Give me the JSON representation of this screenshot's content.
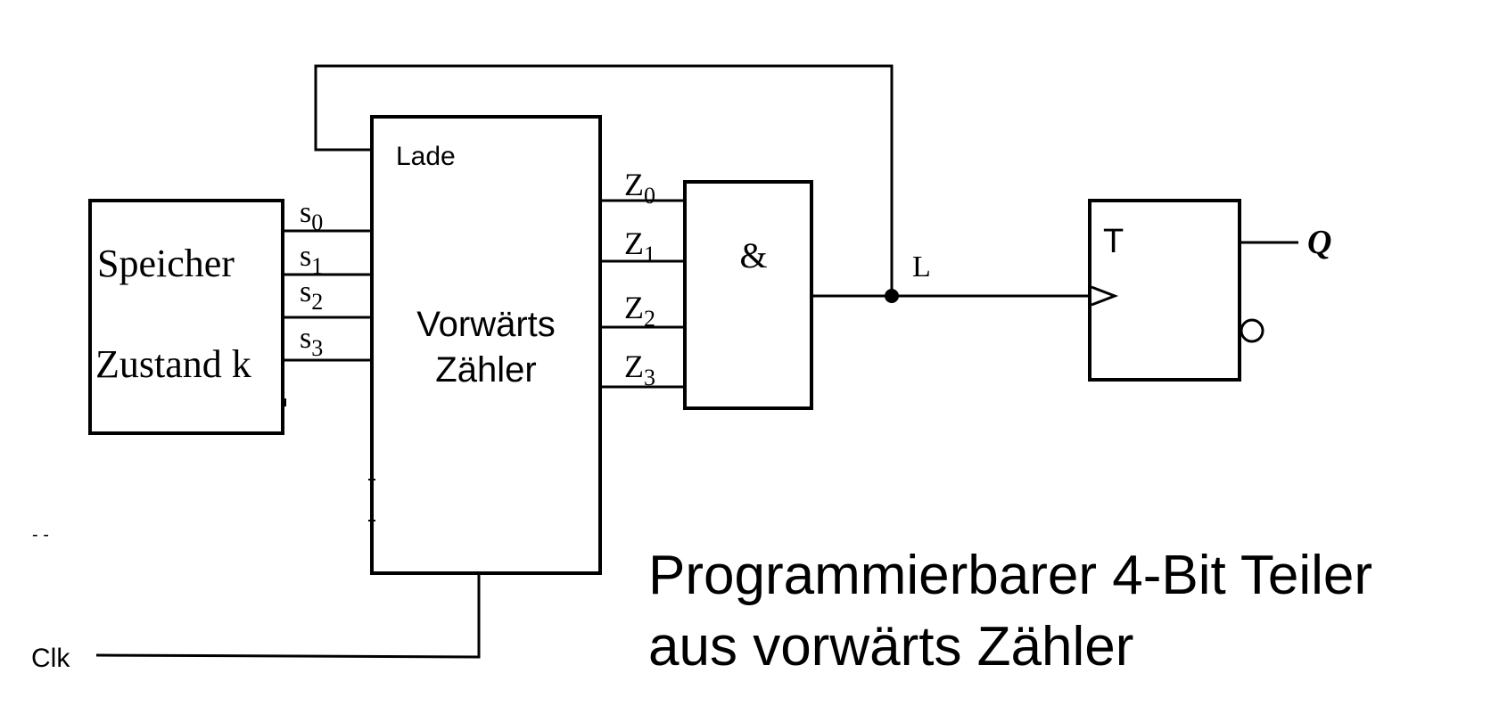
{
  "memory_block": {
    "line1": "Speicher",
    "line2": "Zustand k"
  },
  "memory_outputs": [
    {
      "base": "s",
      "sub": "0"
    },
    {
      "base": "s",
      "sub": "1"
    },
    {
      "base": "s",
      "sub": "2"
    },
    {
      "base": "s",
      "sub": "3"
    }
  ],
  "counter_block": {
    "load_label": "Lade",
    "line1": "Vorwärts",
    "line2": "Zähler"
  },
  "counter_outputs": [
    {
      "base": "Z",
      "sub": "0"
    },
    {
      "base": "Z",
      "sub": "1"
    },
    {
      "base": "Z",
      "sub": "2"
    },
    {
      "base": "Z",
      "sub": "3"
    }
  ],
  "and_gate": {
    "symbol": "&"
  },
  "load_signal": {
    "label": "L"
  },
  "t_flipflop": {
    "input_label": "T",
    "output_label": "Q"
  },
  "clock": {
    "label": "Clk"
  },
  "stray_mark": {
    "text": "- -"
  },
  "caption": {
    "line1": "Programmierbarer 4-Bit Teiler",
    "line2": "aus vorwärts Zähler"
  }
}
